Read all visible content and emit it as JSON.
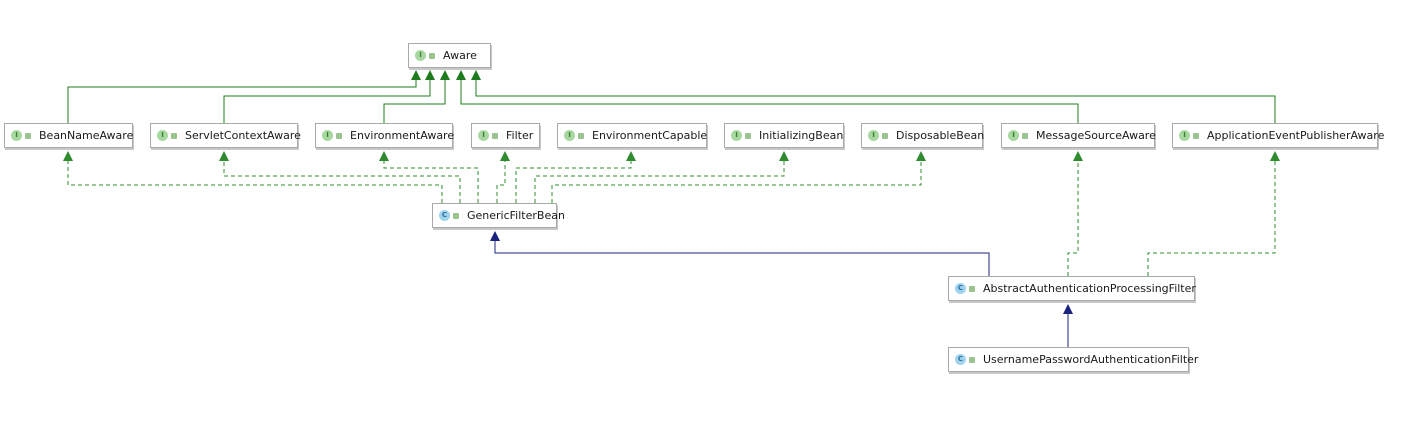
{
  "diagram": {
    "nodes": [
      {
        "id": "aware",
        "label": "Aware",
        "kind": "interface",
        "badge": "I"
      },
      {
        "id": "bean_name_aware",
        "label": "BeanNameAware",
        "kind": "interface",
        "badge": "I"
      },
      {
        "id": "servlet_context_aware",
        "label": "ServletContextAware",
        "kind": "interface",
        "badge": "I"
      },
      {
        "id": "environment_aware",
        "label": "EnvironmentAware",
        "kind": "interface",
        "badge": "I"
      },
      {
        "id": "filter",
        "label": "Filter",
        "kind": "interface",
        "badge": "I"
      },
      {
        "id": "environment_capable",
        "label": "EnvironmentCapable",
        "kind": "interface",
        "badge": "I"
      },
      {
        "id": "initializing_bean",
        "label": "InitializingBean",
        "kind": "interface",
        "badge": "I"
      },
      {
        "id": "disposable_bean",
        "label": "DisposableBean",
        "kind": "interface",
        "badge": "I"
      },
      {
        "id": "message_source_aware",
        "label": "MessageSourceAware",
        "kind": "interface",
        "badge": "I"
      },
      {
        "id": "application_event_publisher_aware",
        "label": "ApplicationEventPublisherAware",
        "kind": "interface",
        "badge": "I"
      },
      {
        "id": "generic_filter_bean",
        "label": "GenericFilterBean",
        "kind": "class",
        "badge": "C"
      },
      {
        "id": "abstract_authentication_processing_filter",
        "label": "AbstractAuthenticationProcessingFilter",
        "kind": "class",
        "badge": "C"
      },
      {
        "id": "username_password_authentication_filter",
        "label": "UsernamePasswordAuthenticationFilter",
        "kind": "class",
        "badge": "C"
      }
    ],
    "edges": [
      {
        "from": "bean_name_aware",
        "to": "aware",
        "type": "extends"
      },
      {
        "from": "servlet_context_aware",
        "to": "aware",
        "type": "extends"
      },
      {
        "from": "environment_aware",
        "to": "aware",
        "type": "extends"
      },
      {
        "from": "message_source_aware",
        "to": "aware",
        "type": "extends"
      },
      {
        "from": "application_event_publisher_aware",
        "to": "aware",
        "type": "extends"
      },
      {
        "from": "generic_filter_bean",
        "to": "bean_name_aware",
        "type": "implements"
      },
      {
        "from": "generic_filter_bean",
        "to": "servlet_context_aware",
        "type": "implements"
      },
      {
        "from": "generic_filter_bean",
        "to": "environment_aware",
        "type": "implements"
      },
      {
        "from": "generic_filter_bean",
        "to": "filter",
        "type": "implements"
      },
      {
        "from": "generic_filter_bean",
        "to": "environment_capable",
        "type": "implements"
      },
      {
        "from": "generic_filter_bean",
        "to": "initializing_bean",
        "type": "implements"
      },
      {
        "from": "generic_filter_bean",
        "to": "disposable_bean",
        "type": "implements"
      },
      {
        "from": "abstract_authentication_processing_filter",
        "to": "generic_filter_bean",
        "type": "extends"
      },
      {
        "from": "abstract_authentication_processing_filter",
        "to": "message_source_aware",
        "type": "implements"
      },
      {
        "from": "abstract_authentication_processing_filter",
        "to": "application_event_publisher_aware",
        "type": "implements"
      },
      {
        "from": "username_password_authentication_filter",
        "to": "abstract_authentication_processing_filter",
        "type": "extends"
      }
    ],
    "colors": {
      "interface_extends": "#1e7b1e",
      "class_extends": "#1a237e",
      "implements": "#2e8b2e",
      "node_border": "#a9a9a9",
      "interface_badge": "#a7d8a0",
      "class_badge": "#9fd3ee"
    }
  }
}
